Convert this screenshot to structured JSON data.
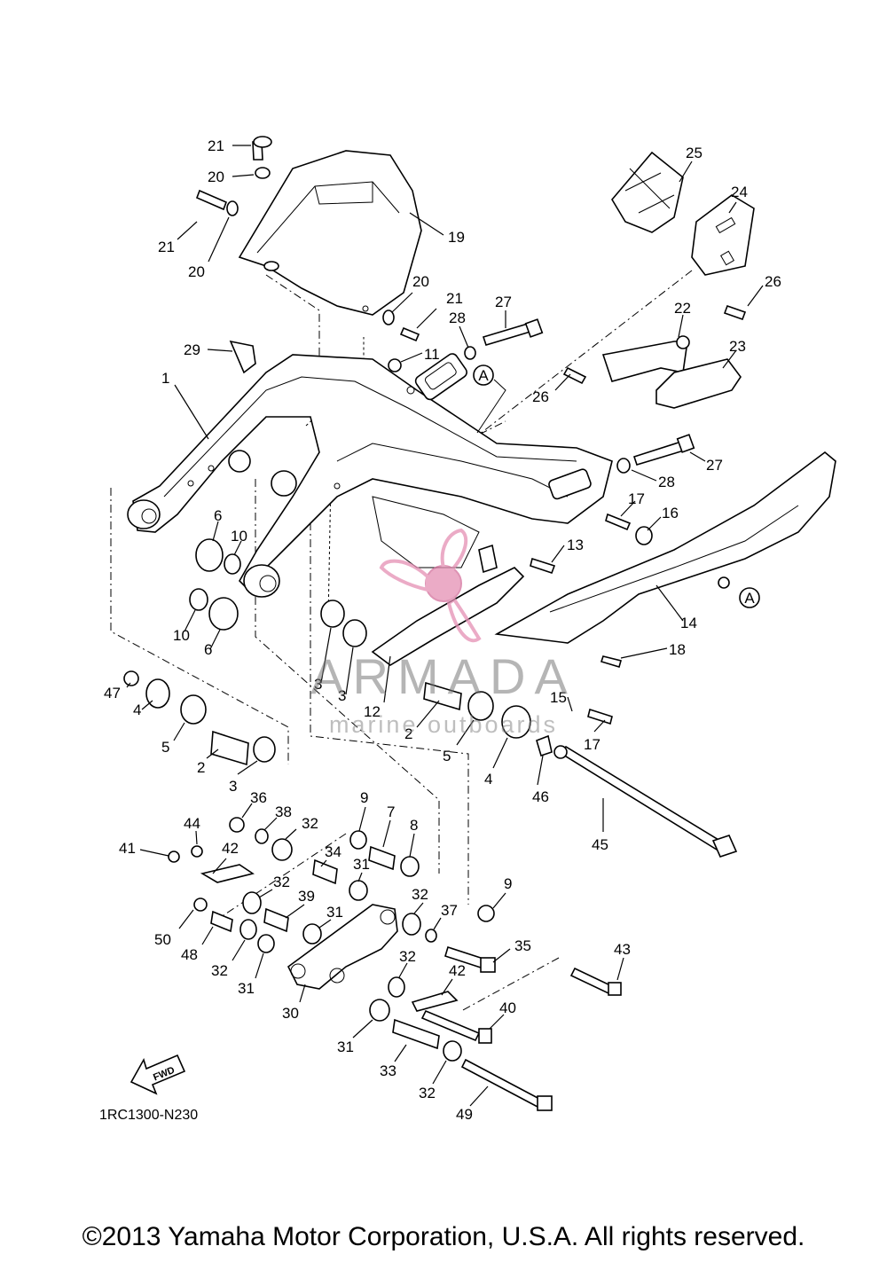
{
  "diagram": {
    "code": "1RC1300-N230",
    "copyright": "©2013 Yamaha Motor Corporation, U.S.A. All rights reserved.",
    "fwd_label": "FWD",
    "reference_marker": "A"
  },
  "watermark": {
    "name": "ARMADA",
    "tagline": "marine outboards",
    "logo_color": "#e58fb4"
  },
  "callouts": {
    "c21a": "21",
    "c20a": "20",
    "c21b": "21",
    "c20b": "20",
    "c19": "19",
    "c20c": "20",
    "c21c": "21",
    "c28a": "28",
    "c27a": "27",
    "c25": "25",
    "c24": "24",
    "c26a": "26",
    "c22": "22",
    "c23": "23",
    "c26b": "26",
    "c29": "29",
    "c11": "11",
    "c1": "1",
    "c27b": "27",
    "c28b": "28",
    "c17a": "17",
    "c16": "16",
    "c6a": "6",
    "c10a": "10",
    "c13": "13",
    "c14": "14",
    "c10b": "10",
    "c6b": "6",
    "c18": "18",
    "c3a": "3",
    "c3b": "3",
    "c47": "47",
    "c4a": "4",
    "c5a": "5",
    "c12": "12",
    "c2a": "2",
    "c15": "15",
    "c17b": "17",
    "c2b": "2",
    "c5b": "5",
    "c4b": "4",
    "c46": "46",
    "c3c": "3",
    "c45": "45",
    "c36": "36",
    "c38": "38",
    "c32a": "32",
    "c9a": "9",
    "c7": "7",
    "c8": "8",
    "c44": "44",
    "c41": "41",
    "c42a": "42",
    "c34": "34",
    "c31a": "31",
    "c32b": "32",
    "c39": "39",
    "c32c": "32",
    "c9b": "9",
    "c37": "37",
    "c50": "50",
    "c31b": "31",
    "c35": "35",
    "c48": "48",
    "c32d": "32",
    "c43": "43",
    "c31c": "31",
    "c32e": "32",
    "c42b": "42",
    "c30": "30",
    "c40": "40",
    "c31d": "31",
    "c33": "33",
    "c32f": "32",
    "c49": "49"
  }
}
